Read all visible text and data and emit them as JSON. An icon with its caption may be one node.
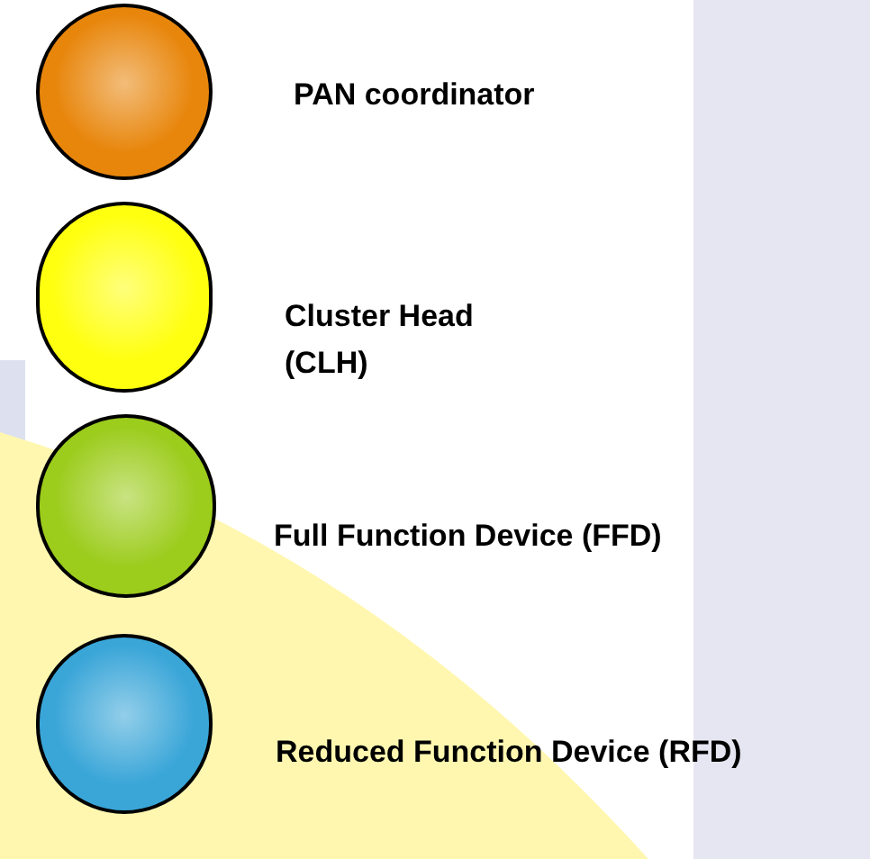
{
  "diagram": {
    "legend": [
      {
        "text": "PAN coordinator",
        "color": "#e8860c"
      },
      {
        "text": "Cluster Head (CLH)",
        "color": "#ffff10"
      },
      {
        "text": "Full Function Device (FFD)",
        "color": "#9ccc1c"
      },
      {
        "text": "Reduced Function Device (RFD)",
        "color": "#3aa6d8"
      }
    ]
  }
}
